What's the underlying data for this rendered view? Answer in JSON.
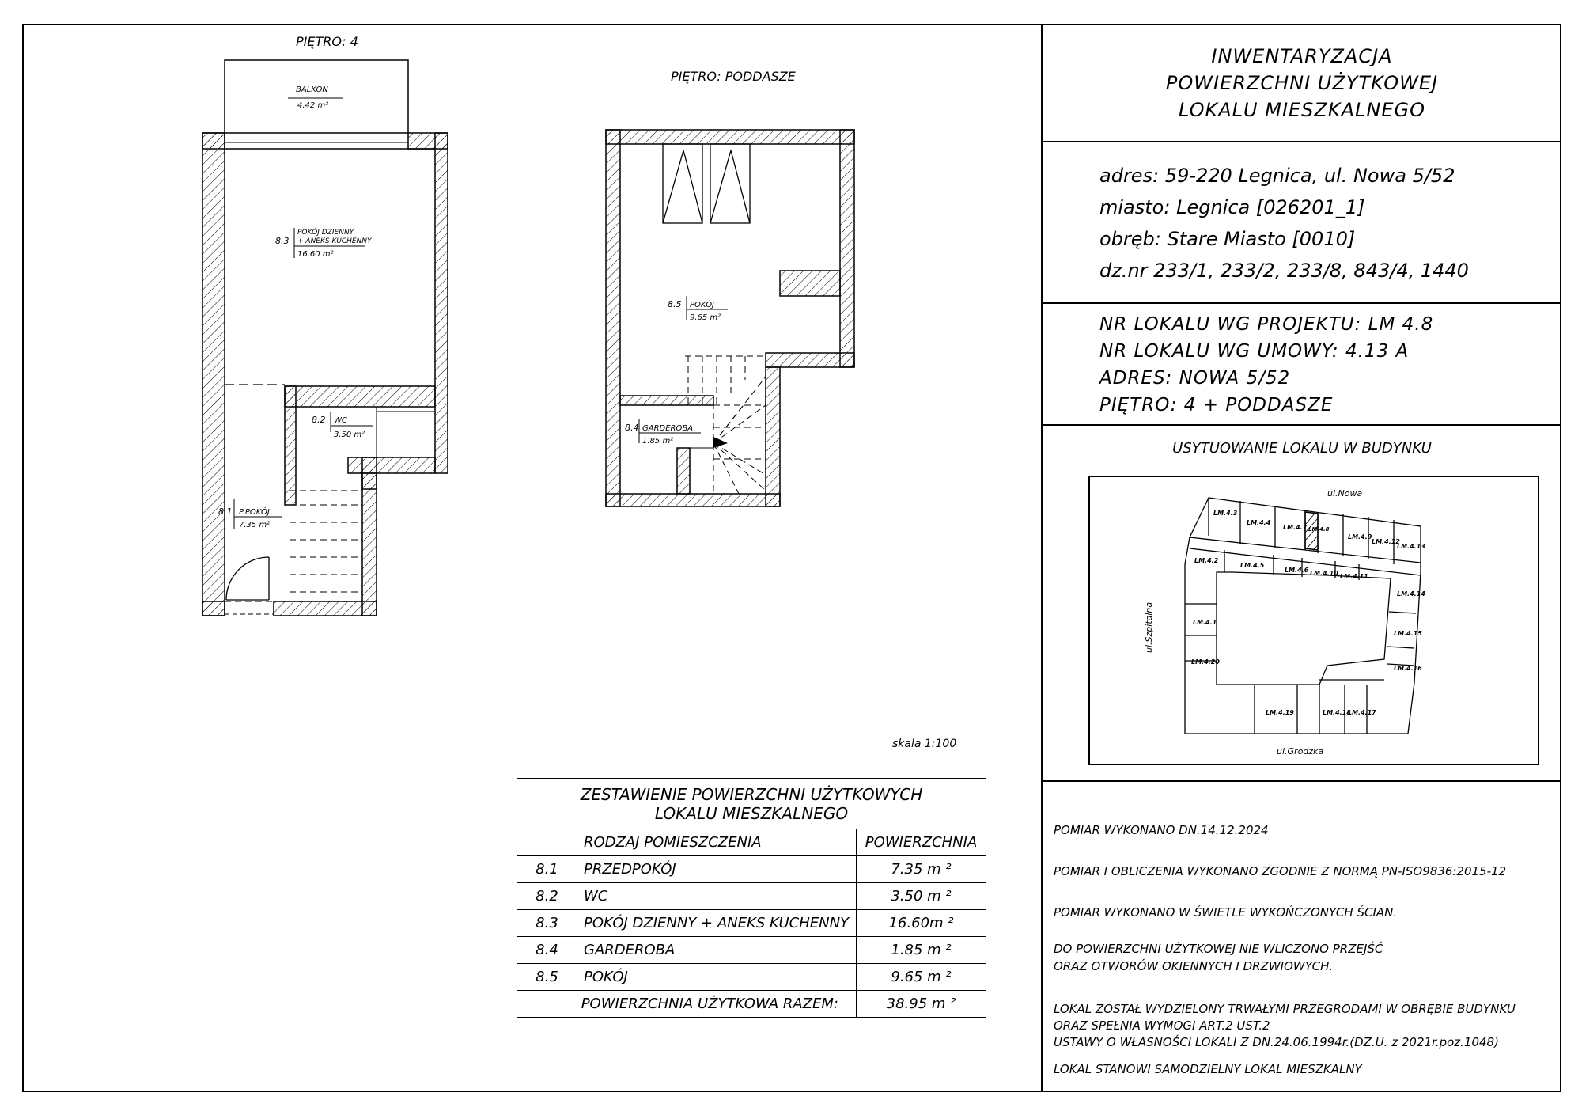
{
  "title": [
    "INWENTARYZACJA",
    "POWIERZCHNI UŻYTKOWEJ",
    "LOKALU MIESZKALNEGO"
  ],
  "address": {
    "adres": "adres: 59-220 Legnica, ul. Nowa 5/52",
    "miasto": "miasto: Legnica [026201_1]",
    "obreb": "obręb: Stare Miasto [0010]",
    "dzialki": "dz.nr 233/1, 233/2, 233/8, 843/4, 1440"
  },
  "lokal": {
    "nr_projekt": "NR LOKALU WG PROJEKTU: LM 4.8",
    "nr_umowa": "NR LOKALU WG UMOWY: 4.13 A",
    "adres": "ADRES: NOWA 5/52",
    "pietro": "PIĘTRO: 4 + PODDASZE"
  },
  "site": {
    "title": "USYTUOWANIE LOKALU W BUDYNKU",
    "streets": {
      "north": "ul.Nowa",
      "west": "ul.Szpitalna",
      "south": "ul.Grodzka"
    },
    "units": [
      "LM.4.3",
      "LM.4.4",
      "LM.4.7",
      "LM.4.8",
      "LM.4.9",
      "LM.4.12",
      "LM.4.13",
      "LM.4.2",
      "LM.4.5",
      "LM.4.6",
      "LM.4.10",
      "LM.4.11",
      "LM.4.14",
      "LM.4.1",
      "LM.4.15",
      "LM.4.20",
      "LM.4.16",
      "LM.4.19",
      "LM.4.18",
      "LM.4.17"
    ]
  },
  "plans": {
    "floor4": {
      "label": "PIĘTRO: 4",
      "balcony": {
        "name": "BALKON",
        "area": "4.42 m²"
      },
      "rooms": [
        {
          "num": "8.3",
          "name1": "POKÓJ DZIENNY",
          "name2": "+ ANEKS KUCHENNY",
          "area": "16.60 m²"
        },
        {
          "num": "8.2",
          "name1": "WC",
          "area": "3.50 m²"
        },
        {
          "num": "8.1",
          "name1": "P.POKÓJ",
          "area": "7.35 m²"
        }
      ]
    },
    "attic": {
      "label": "PIĘTRO: PODDASZE",
      "rooms": [
        {
          "num": "8.5",
          "name1": "POKÓJ",
          "area": "9.65 m²"
        },
        {
          "num": "8.4",
          "name1": "GARDEROBA",
          "area": "1.85 m²"
        }
      ]
    },
    "scale": "skala 1:100"
  },
  "summary": {
    "title1": "ZESTAWIENIE POWIERZCHNI UŻYTKOWYCH",
    "title2": "LOKALU MIESZKALNEGO",
    "col_name": "RODZAJ POMIESZCZENIA",
    "col_area": "POWIERZCHNIA",
    "rows": [
      {
        "num": "8.1",
        "name": "PRZEDPOKÓJ",
        "area": "7.35 m ²"
      },
      {
        "num": "8.2",
        "name": "WC",
        "area": "3.50 m ²"
      },
      {
        "num": "8.3",
        "name": "POKÓJ DZIENNY + ANEKS KUCHENNY",
        "area": "16.60m ²"
      },
      {
        "num": "8.4",
        "name": "GARDEROBA",
        "area": "1.85 m ²"
      },
      {
        "num": "8.5",
        "name": "POKÓJ",
        "area": "9.65 m ²"
      }
    ],
    "total_label": "POWIERZCHNIA UŻYTKOWA RAZEM:",
    "total_area": "38.95 m ²"
  },
  "notes": {
    "n1": "POMIAR WYKONANO DN.14.12.2024",
    "n2": "POMIAR I OBLICZENIA WYKONANO ZGODNIE Z NORMĄ PN-ISO9836:2015-12",
    "n3": "POMIAR WYKONANO W ŚWIETLE WYKOŃCZONYCH ŚCIAN.",
    "n4a": "DO POWIERZCHNI UŻYTKOWEJ NIE WLICZONO PRZEJŚĆ",
    "n4b": "ORAZ OTWORÓW OKIENNYCH I DRZWIOWYCH.",
    "n5a": "LOKAL ZOSTAŁ WYDZIELONY TRWAŁYMI PRZEGRODAMI W OBRĘBIE BUDYNKU",
    "n5b": "ORAZ SPEŁNIA WYMOGI ART.2 UST.2",
    "n5c": "USTAWY O WŁASNOŚCI LOKALI Z DN.24.06.1994r.(DZ.U. z 2021r.poz.1048)",
    "n6": "LOKAL STANOWI SAMODZIELNY LOKAL MIESZKALNY"
  }
}
